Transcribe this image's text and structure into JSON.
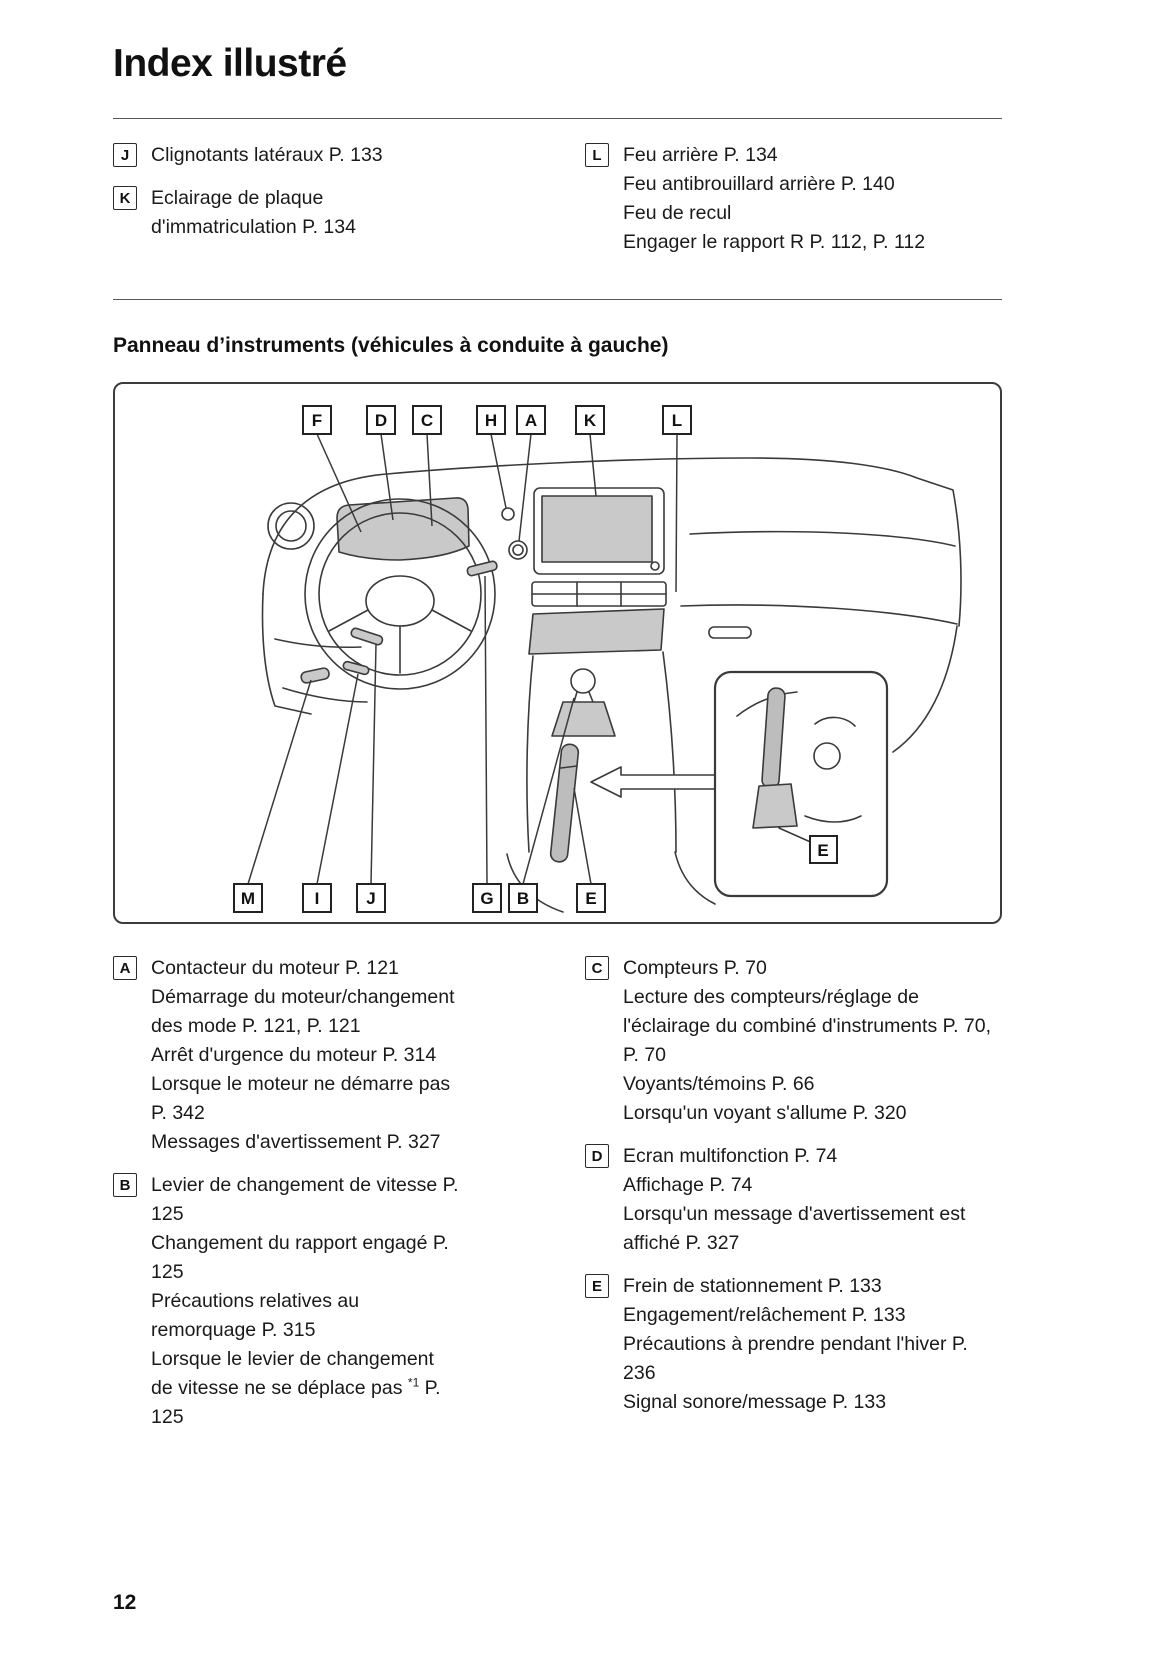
{
  "page": {
    "title": "Index illustré",
    "number": "12"
  },
  "colors": {
    "ink": "#1a1a1a",
    "line": "#3a3a3a",
    "shade": "#c9c9c9"
  },
  "top_section": {
    "left_items": [
      {
        "key": "J",
        "title": "Clignotants latéraux P. 133",
        "entries": []
      },
      {
        "key": "K",
        "title": "Eclairage de plaque d'immatriculation P. 134",
        "entries": []
      }
    ],
    "right_items": [
      {
        "key": "L",
        "title": "Feu arrière P. 134",
        "entries": [
          "Feu antibrouillard arrière P. 140",
          "Feu de recul",
          "Engager le rapport R P. 112, P. 112"
        ]
      }
    ]
  },
  "panel_section": {
    "heading": "Panneau d’instruments (véhicules à conduite à gauche)",
    "diagram": {
      "top_labels": [
        "F",
        "D",
        "C",
        "H",
        "A",
        "K",
        "L"
      ],
      "bottom_labels": [
        "M",
        "I",
        "J",
        "G",
        "B",
        "E"
      ],
      "inset_label": "E"
    }
  },
  "bottom_section": {
    "left_items": [
      {
        "key": "A",
        "title": "Contacteur du moteur P. 121",
        "entries": [
          "Démarrage du moteur/changement des mode P. 121, P. 121",
          "Arrêt d'urgence du moteur P. 314",
          "Lorsque le moteur ne démarre pas P. 342",
          "Messages d'avertissement P. 327"
        ]
      },
      {
        "key": "B",
        "title": "Levier de changement de vitesse P. 125",
        "entries": [
          "Changement du rapport engagé P. 125",
          "Précautions relatives au remorquage P. 315"
        ],
        "note": {
          "pre": "Lorsque le levier de changement de vitesse ne se déplace pas ",
          "sup": "*1",
          "post": " P. 125"
        }
      }
    ],
    "right_items": [
      {
        "key": "C",
        "title": "Compteurs P. 70",
        "entries": [
          "Lecture des compteurs/réglage de l'éclairage du combiné d'instruments P. 70, P. 70",
          "Voyants/témoins P. 66",
          "Lorsqu'un voyant s'allume P. 320"
        ]
      },
      {
        "key": "D",
        "title": "Ecran multifonction P. 74",
        "entries": [
          "Affichage P. 74",
          "Lorsqu'un message d'avertissement est affiché P. 327"
        ]
      },
      {
        "key": "E",
        "title": "Frein de stationnement P. 133",
        "entries": [
          "Engagement/relâchement P. 133",
          "Précautions à prendre pendant l'hiver P. 236",
          "Signal sonore/message P. 133"
        ]
      }
    ]
  }
}
